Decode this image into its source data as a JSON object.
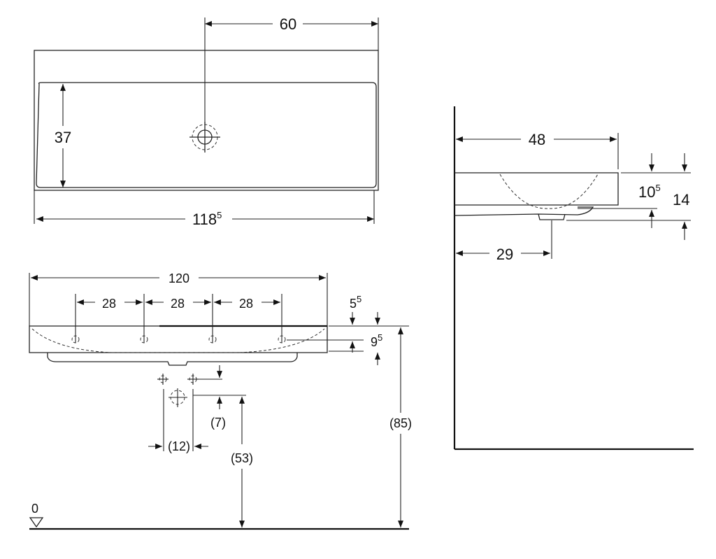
{
  "top_view": {
    "drain_offset": "60",
    "basin_depth": "37",
    "total_width": "118",
    "total_width_sup": "5"
  },
  "front_view": {
    "overall_width": "120",
    "tap_spacing": [
      "28",
      "28",
      "28"
    ],
    "rim_tap": "5",
    "rim_tap_sup": "5",
    "tap_height": "9",
    "tap_height_sup": "5",
    "supply_offset": "(7)",
    "supply_spacing": "(12)",
    "waste_height": "(53)",
    "rim_height": "(85)",
    "floor_level": "0"
  },
  "side_view": {
    "depth": "48",
    "bowl_height": "10",
    "bowl_height_sup": "5",
    "total_height": "14",
    "drain_distance": "29"
  }
}
